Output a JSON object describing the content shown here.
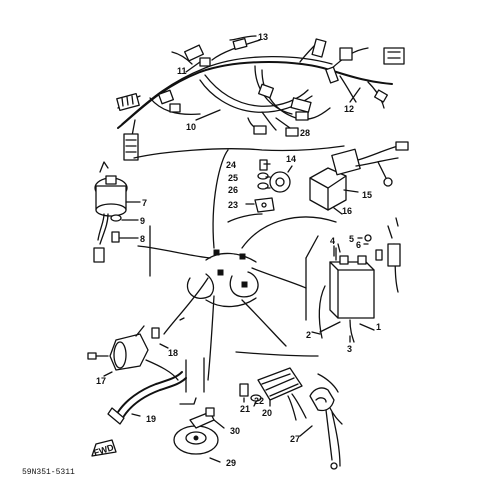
{
  "callouts": [
    "13",
    "11",
    "12",
    "10",
    "28",
    "24",
    "25",
    "26",
    "23",
    "14",
    "16",
    "15",
    "7",
    "9",
    "8",
    "5",
    "6",
    "4",
    "1",
    "2",
    "3",
    "18",
    "17",
    "19",
    "21",
    "22",
    "20",
    "30",
    "29",
    "27"
  ],
  "code": "59N351-5311",
  "fwd": "FWD"
}
